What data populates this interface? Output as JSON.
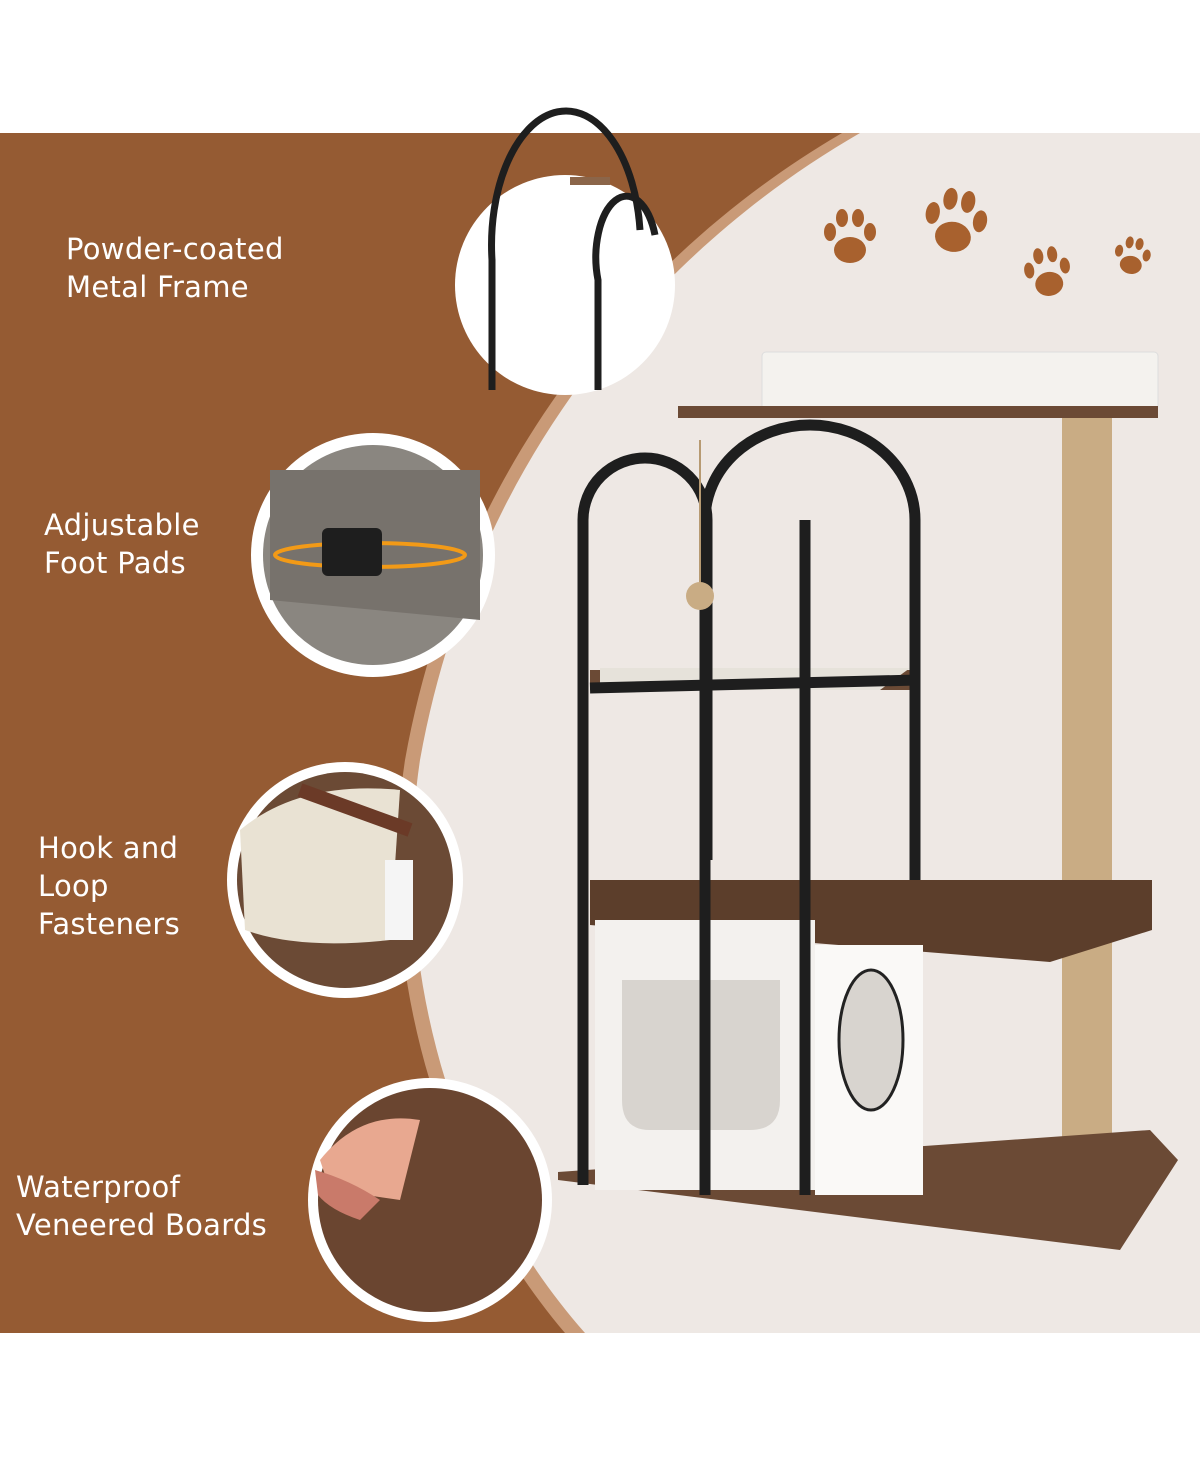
{
  "colors": {
    "brown": "#955B33",
    "cream": "#EEE8E4",
    "paw": "#A8612E",
    "wood": "#6B4A35",
    "frame": "#1E1E1E",
    "sisal": "#C9AC84"
  },
  "features": [
    {
      "lines": [
        "Powder-coated",
        "Metal Frame"
      ],
      "icon": "metal-frame-detail-image"
    },
    {
      "lines": [
        "Adjustable",
        "Foot Pads"
      ],
      "icon": "foot-pad-detail-image"
    },
    {
      "lines": [
        "Hook and",
        "Loop",
        "Fasteners"
      ],
      "icon": "fastener-detail-image"
    },
    {
      "lines": [
        "Waterproof",
        "Veneered Boards"
      ],
      "icon": "veneer-board-detail-image"
    }
  ]
}
